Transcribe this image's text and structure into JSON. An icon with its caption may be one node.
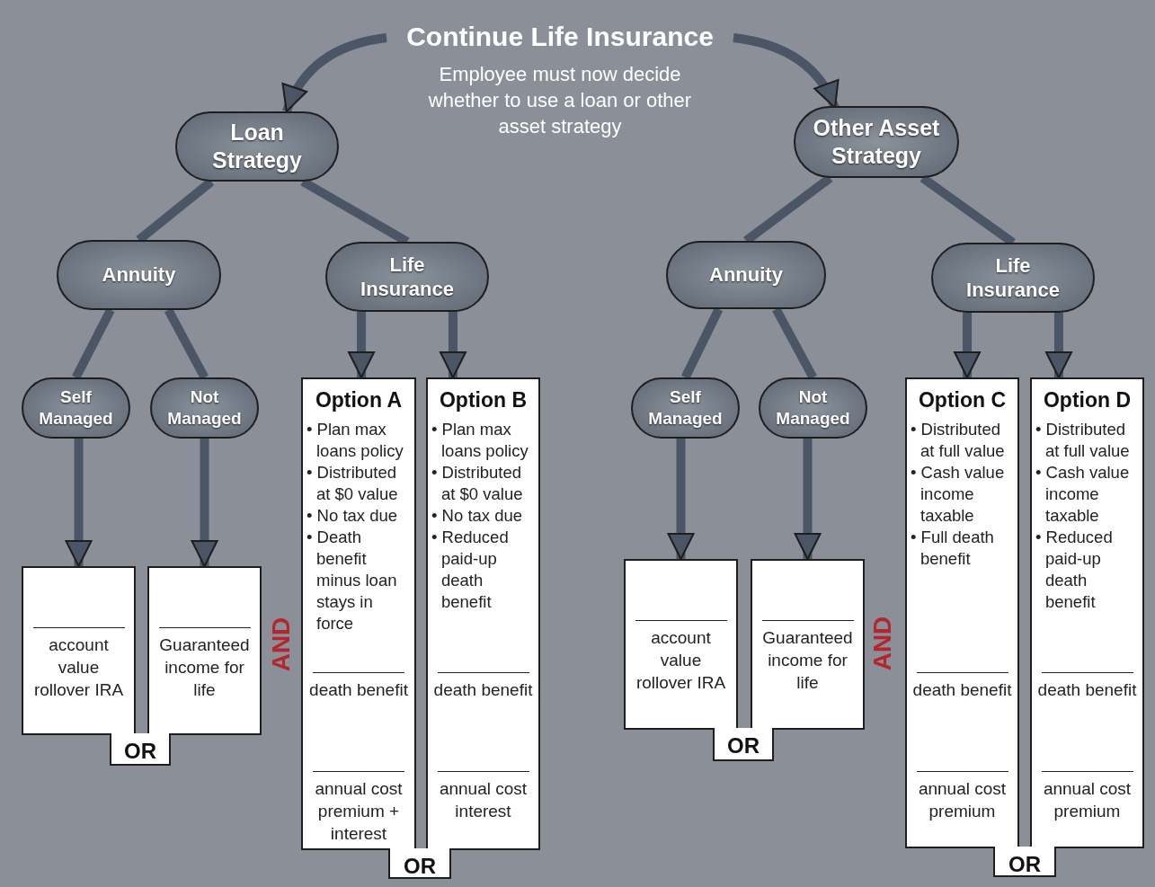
{
  "diagram": {
    "nodes": [
      {
        "text": [
          "Continue Life Insurance",
          "Employee must now decide whether to use a loan or other asset strategy"
        ]
      },
      {
        "text": [
          "Loan Strategy"
        ]
      },
      {
        "text": [
          "Annuity"
        ]
      },
      {
        "text": [
          "Life Insurance"
        ]
      },
      {
        "text": [
          "Self Managed"
        ]
      },
      {
        "text": [
          "Not Managed"
        ]
      },
      {
        "text": [
          "account value rollover IRA"
        ]
      },
      {
        "text": [
          "Guaranteed income for life"
        ]
      },
      {
        "text": [
          "OR"
        ]
      },
      {
        "text": [
          "Option A",
          "• Plan max loans policy",
          "• Distributed at $0 value",
          "• No tax due",
          "• Death benefit minus loan stays in force",
          "death benefit",
          "annual cost premium + interest"
        ]
      },
      {
        "text": [
          "Option B",
          "• Plan max loans policy",
          "• Distributed at $0 value",
          "• No tax due",
          "• Reduced paid-up death benefit",
          "death benefit",
          "annual cost interest"
        ]
      },
      {
        "text": [
          "OR"
        ]
      },
      {
        "text": [
          "Other Asset Strategy"
        ]
      },
      {
        "text": [
          "Annuity"
        ]
      },
      {
        "text": [
          "Life Insurance"
        ]
      },
      {
        "text": [
          "Self Managed"
        ]
      },
      {
        "text": [
          "Not Managed"
        ]
      },
      {
        "text": [
          "account value rollover IRA"
        ]
      },
      {
        "text": [
          "Guaranteed income for life"
        ]
      },
      {
        "text": [
          "OR"
        ]
      },
      {
        "text": [
          "Option C",
          "• Distributed at full value",
          "• Cash value income taxable",
          "• Full death benefit",
          "death benefit",
          "annual cost premium"
        ]
      },
      {
        "text": [
          "Option D",
          "• Distributed at full value",
          "• Cash value income taxable",
          "• Reduced paid-up death benefit",
          "death benefit",
          "annual cost premium"
        ]
      },
      {
        "text": [
          "OR"
        ]
      }
    ],
    "edges": [
      {
        "from": 0,
        "to": 1,
        "arrow": "to"
      },
      {
        "from": 0,
        "to": 12,
        "arrow": "to"
      },
      {
        "from": 1,
        "to": 2,
        "arrow": "none"
      },
      {
        "from": 1,
        "to": 3,
        "arrow": "none"
      },
      {
        "from": 2,
        "to": 4,
        "arrow": "none"
      },
      {
        "from": 2,
        "to": 5,
        "arrow": "none"
      },
      {
        "from": 4,
        "to": 6,
        "arrow": "to"
      },
      {
        "from": 5,
        "to": 7,
        "arrow": "to"
      },
      {
        "from": 3,
        "to": 9,
        "arrow": "to"
      },
      {
        "from": 3,
        "to": 10,
        "arrow": "to"
      },
      {
        "from": 12,
        "to": 13,
        "arrow": "none"
      },
      {
        "from": 12,
        "to": 14,
        "arrow": "none"
      },
      {
        "from": 13,
        "to": 15,
        "arrow": "none"
      },
      {
        "from": 13,
        "to": 16,
        "arrow": "none"
      },
      {
        "from": 15,
        "to": 17,
        "arrow": "to"
      },
      {
        "from": 16,
        "to": 18,
        "arrow": "to"
      },
      {
        "from": 14,
        "to": 20,
        "arrow": "to"
      },
      {
        "from": 14,
        "to": 21,
        "arrow": "to"
      }
    ],
    "labels": [
      "AND",
      "AND"
    ]
  }
}
